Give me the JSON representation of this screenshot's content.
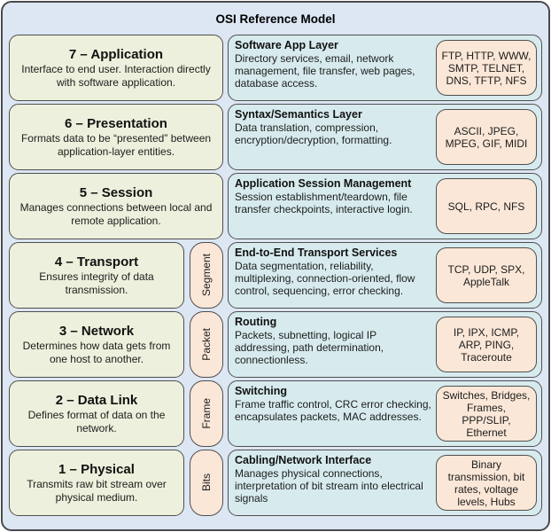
{
  "title": "OSI Reference Model",
  "colors": {
    "outer_background": "#dde6f3",
    "layer_box": "#edf0dc",
    "function_box": "#d7ebee",
    "protocol_box": "#fbe7d7",
    "border": "#4a4a4a"
  },
  "layers": [
    {
      "name": "7 – Application",
      "left_desc": "Interface to end user. Interaction directly with software application.",
      "unit": null,
      "mid_title": "Software App Layer",
      "mid_desc": "Directory services, email, network management, file transfer, web pages, database access.",
      "protocols": "FTP, HTTP, WWW, SMTP, TELNET, DNS, TFTP, NFS"
    },
    {
      "name": "6 – Presentation",
      "left_desc": "Formats data to be “presented” between application-layer entities.",
      "unit": null,
      "mid_title": "Syntax/Semantics Layer",
      "mid_desc": "Data translation, compression, encryption/decryption, formatting.",
      "protocols": "ASCII, JPEG, MPEG, GIF, MIDI"
    },
    {
      "name": "5 – Session",
      "left_desc": "Manages connections between local and remote application.",
      "unit": null,
      "mid_title": "Application Session Management",
      "mid_desc": "Session establishment/teardown, file transfer checkpoints, interactive login.",
      "protocols": "SQL, RPC, NFS"
    },
    {
      "name": "4 – Transport",
      "left_desc": "Ensures integrity of data transmission.",
      "unit": "Segment",
      "mid_title": "End-to-End Transport Services",
      "mid_desc": "Data segmentation, reliability, multiplexing, connection-oriented, flow control, sequencing, error checking.",
      "protocols": "TCP, UDP, SPX, AppleTalk"
    },
    {
      "name": "3 – Network",
      "left_desc": "Determines how data gets from one host to another.",
      "unit": "Packet",
      "mid_title": "Routing",
      "mid_desc": "Packets, subnetting, logical IP addressing, path determination, connectionless.",
      "protocols": "IP, IPX, ICMP, ARP, PING, Traceroute"
    },
    {
      "name": "2 – Data Link",
      "left_desc": "Defines format of data on the network.",
      "unit": "Frame",
      "mid_title": "Switching",
      "mid_desc": "Frame traffic control, CRC error checking, encapsulates packets, MAC addresses.",
      "protocols": "Switches, Bridges, Frames, PPP/SLIP, Ethernet"
    },
    {
      "name": "1 – Physical",
      "left_desc": "Transmits raw bit stream over physical medium.",
      "unit": "Bits",
      "mid_title": "Cabling/Network Interface",
      "mid_desc": "Manages physical connections, interpretation of bit stream into electrical signals",
      "protocols": "Binary transmission, bit rates, voltage levels, Hubs"
    }
  ]
}
